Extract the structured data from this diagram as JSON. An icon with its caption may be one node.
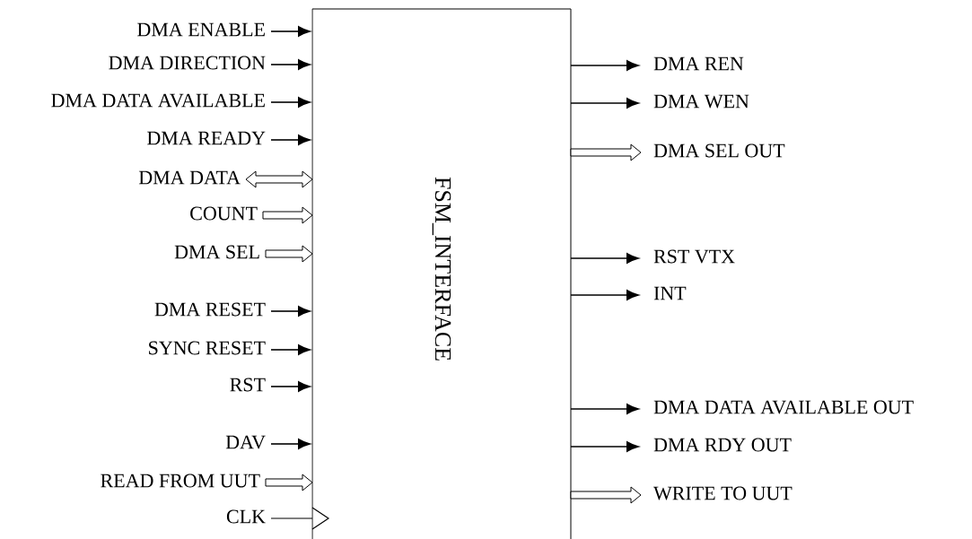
{
  "diagram": {
    "nodes": [
      {
        "text": [
          "FSM_INTERFACE"
        ]
      },
      {
        "text": [
          "DMA ENABLE"
        ]
      },
      {
        "text": [
          "DMA DIRECTION"
        ]
      },
      {
        "text": [
          "DMA DATA AVAILABLE"
        ]
      },
      {
        "text": [
          "DMA READY"
        ]
      },
      {
        "text": [
          "DMA DATA"
        ]
      },
      {
        "text": [
          "COUNT"
        ]
      },
      {
        "text": [
          "DMA SEL"
        ]
      },
      {
        "text": [
          "DMA RESET"
        ]
      },
      {
        "text": [
          "SYNC RESET"
        ]
      },
      {
        "text": [
          "RST"
        ]
      },
      {
        "text": [
          "DAV"
        ]
      },
      {
        "text": [
          "READ FROM UUT"
        ]
      },
      {
        "text": [
          "CLK"
        ]
      },
      {
        "text": [
          "DMA REN"
        ]
      },
      {
        "text": [
          "DMA WEN"
        ]
      },
      {
        "text": [
          "DMA SEL OUT"
        ]
      },
      {
        "text": [
          "RST VTX"
        ]
      },
      {
        "text": [
          "INT"
        ]
      },
      {
        "text": [
          "DMA DATA AVAILABLE OUT"
        ]
      },
      {
        "text": [
          "DMA RDY OUT"
        ]
      },
      {
        "text": [
          "WRITE TO UUT"
        ]
      }
    ],
    "edges": [
      {
        "from": 1,
        "to": 0,
        "arrow": "to"
      },
      {
        "from": 2,
        "to": 0,
        "arrow": "to"
      },
      {
        "from": 3,
        "to": 0,
        "arrow": "to"
      },
      {
        "from": 4,
        "to": 0,
        "arrow": "to"
      },
      {
        "from": 5,
        "to": 0,
        "arrow": "both",
        "style": "thick"
      },
      {
        "from": 6,
        "to": 0,
        "arrow": "to",
        "style": "thick"
      },
      {
        "from": 7,
        "to": 0,
        "arrow": "to",
        "style": "thick"
      },
      {
        "from": 8,
        "to": 0,
        "arrow": "to"
      },
      {
        "from": 9,
        "to": 0,
        "arrow": "to"
      },
      {
        "from": 10,
        "to": 0,
        "arrow": "to"
      },
      {
        "from": 11,
        "to": 0,
        "arrow": "to"
      },
      {
        "from": 12,
        "to": 0,
        "arrow": "to",
        "style": "thick"
      },
      {
        "from": 13,
        "to": 0,
        "arrow": "to"
      },
      {
        "from": 0,
        "to": 14,
        "arrow": "to"
      },
      {
        "from": 0,
        "to": 15,
        "arrow": "to"
      },
      {
        "from": 0,
        "to": 16,
        "arrow": "to",
        "style": "thick"
      },
      {
        "from": 0,
        "to": 17,
        "arrow": "to"
      },
      {
        "from": 0,
        "to": 18,
        "arrow": "to"
      },
      {
        "from": 0,
        "to": 19,
        "arrow": "to"
      },
      {
        "from": 0,
        "to": 20,
        "arrow": "to"
      },
      {
        "from": 0,
        "to": 21,
        "arrow": "to",
        "style": "thick"
      }
    ]
  }
}
